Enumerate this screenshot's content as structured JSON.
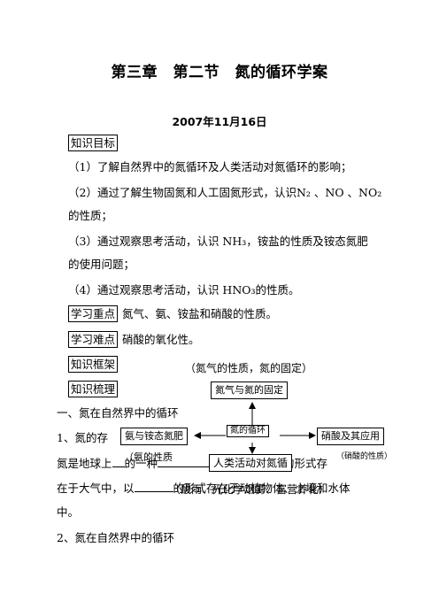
{
  "title": "第三章　第二节　氮的循环学案",
  "date": "2007年11月16日",
  "sections": {
    "objectives_label": "知识目标",
    "objectives": [
      "（1）了解自然界中的氮循环及人类活动对氮循环的影响；",
      "（2）通过了解生物固氮和人工固氮形式，认识N₂ 、NO 、NO₂",
      "的性质；",
      "（3）通过观察思考活动，认识 NH₃，铵盐的性质及铵态氮肥",
      "的使用问题；",
      "（4）通过观察思考活动，认识 HNO₃的性质。"
    ],
    "key_label": "学习重点",
    "key_text": "氮气、氨、铵盐和硝酸的性质。",
    "difficulty_label": "学习难点",
    "difficulty_text": "硝酸的氧化性。",
    "framework_label": "知识框架",
    "review_label": "知识梳理"
  },
  "diagram": {
    "top_caption": "（氮气的性质，氮的固定）",
    "top_node": "氮气与氮的固定",
    "center_node": "氮的循环",
    "left_node": "氨与铵态氮肥",
    "left_caption": "（氨的性质",
    "right_node": "硝酸及其应用",
    "right_caption": "（硝酸的性质）",
    "bottom_node": "人类活动对氮循",
    "bottom_caption": "（酸雨、光化学烟雾、富营养化）"
  },
  "body": {
    "heading1": "一、氮在自然界中的循环",
    "line1": "1、氮的存",
    "line2a": "氮是地球上",
    "line2b": "的一种",
    "line2c": "的形式存",
    "line3a": "在于大气中，以",
    "line3b": "的形式存在于动植物体、土壤和水体",
    "line4": "中。",
    "heading2": "2、氮在自然界中的循环"
  }
}
